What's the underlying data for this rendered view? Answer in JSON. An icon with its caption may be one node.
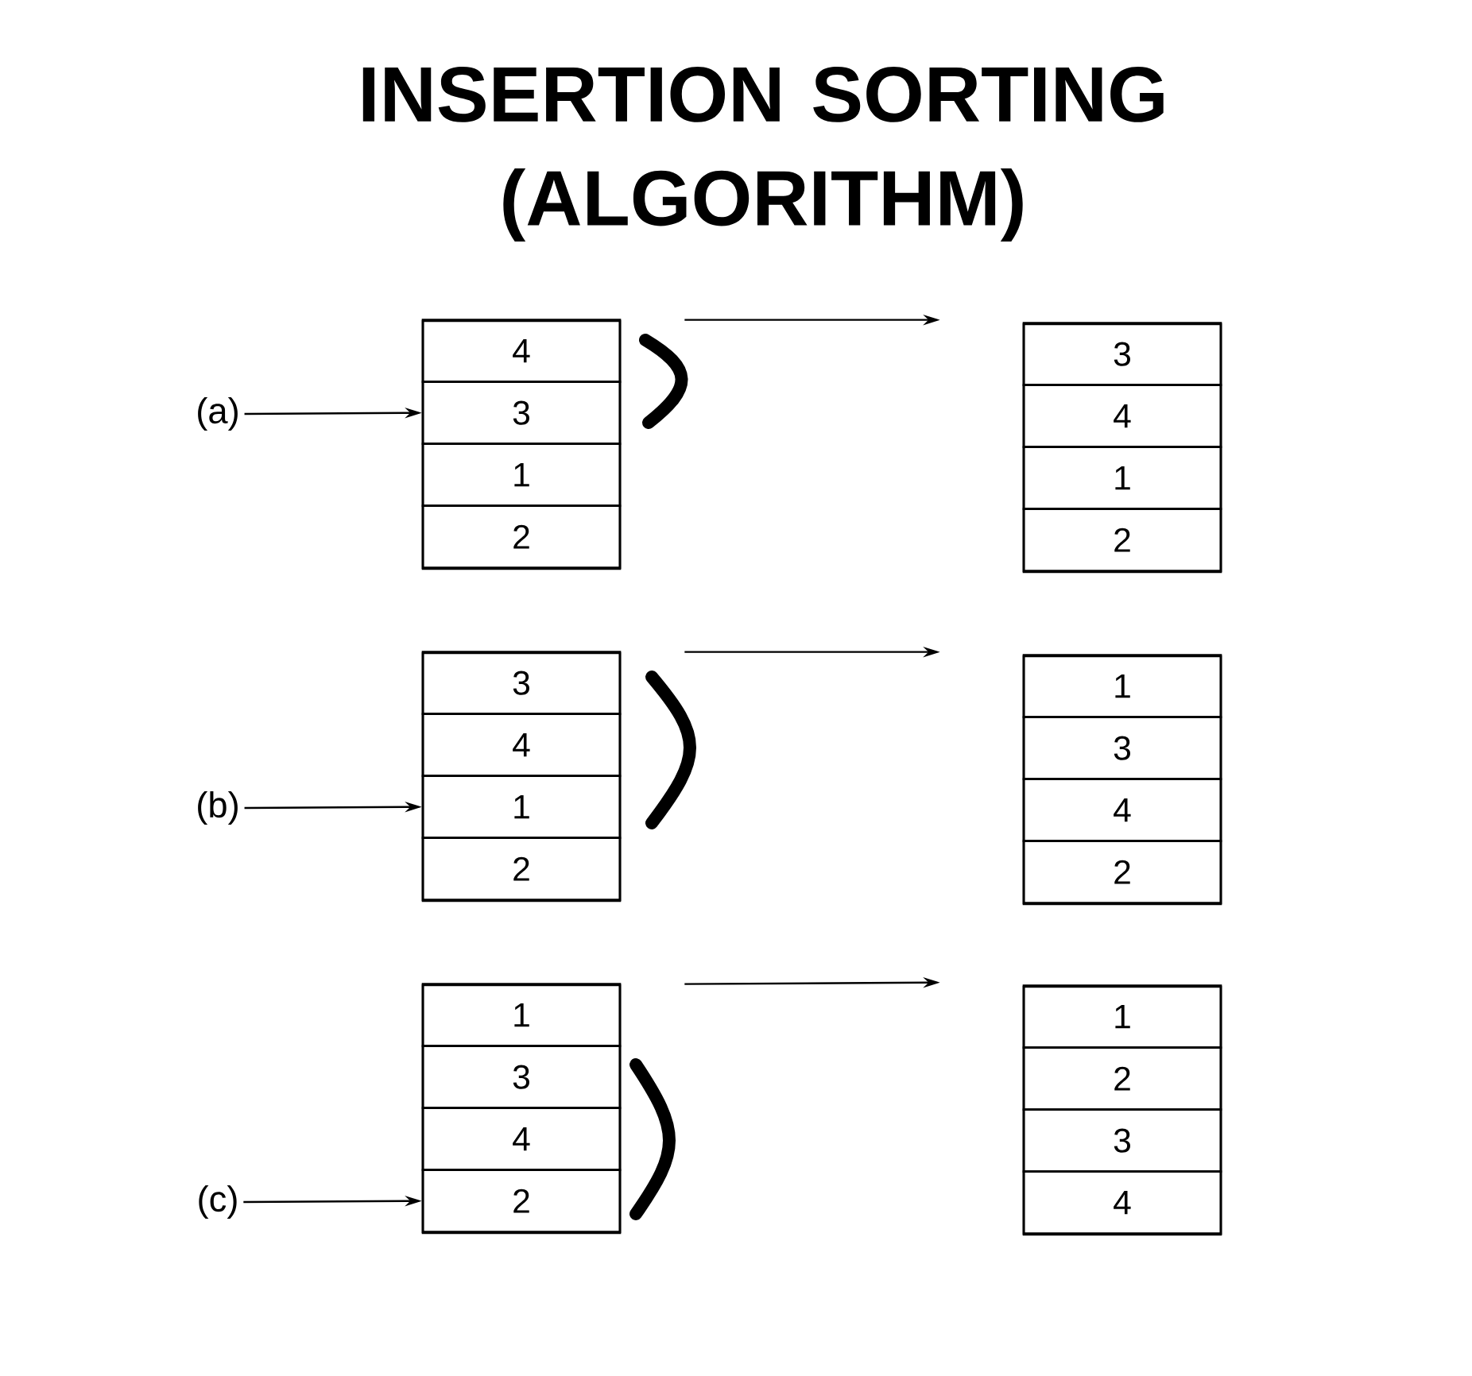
{
  "diagram": {
    "title": "INSERTION SORTING (ALGORITHM)",
    "nodes": [
      {
        "text": [
          "(a)"
        ]
      },
      {
        "text": [],
        "shape": "box"
      },
      {
        "text": [
          "4"
        ],
        "in": 1
      },
      {
        "text": [
          "3"
        ],
        "in": 1
      },
      {
        "text": [
          "1"
        ],
        "in": 1
      },
      {
        "text": [
          "2"
        ],
        "in": 1
      },
      {
        "text": [],
        "shape": "box"
      },
      {
        "text": [
          "3"
        ],
        "in": 6
      },
      {
        "text": [
          "4"
        ],
        "in": 6
      },
      {
        "text": [
          "1"
        ],
        "in": 6
      },
      {
        "text": [
          "2"
        ],
        "in": 6
      },
      {
        "text": [
          "(b)"
        ]
      },
      {
        "text": [],
        "shape": "box"
      },
      {
        "text": [
          "3"
        ],
        "in": 12
      },
      {
        "text": [
          "4"
        ],
        "in": 12
      },
      {
        "text": [
          "1"
        ],
        "in": 12
      },
      {
        "text": [
          "2"
        ],
        "in": 12
      },
      {
        "text": [],
        "shape": "box"
      },
      {
        "text": [
          "1"
        ],
        "in": 17
      },
      {
        "text": [
          "3"
        ],
        "in": 17
      },
      {
        "text": [
          "4"
        ],
        "in": 17
      },
      {
        "text": [
          "2"
        ],
        "in": 17
      },
      {
        "text": [
          "(c)"
        ]
      },
      {
        "text": [],
        "shape": "box"
      },
      {
        "text": [
          "1"
        ],
        "in": 23
      },
      {
        "text": [
          "3"
        ],
        "in": 23
      },
      {
        "text": [
          "4"
        ],
        "in": 23
      },
      {
        "text": [
          "2"
        ],
        "in": 23
      },
      {
        "text": [],
        "shape": "box"
      },
      {
        "text": [
          "1"
        ],
        "in": 28
      },
      {
        "text": [
          "2"
        ],
        "in": 28
      },
      {
        "text": [
          "3"
        ],
        "in": 28
      },
      {
        "text": [
          "4"
        ],
        "in": 28
      }
    ],
    "edges": [
      {
        "from": 0,
        "to": 3,
        "arrow": "to"
      },
      {
        "from": 1,
        "to": 6,
        "arrow": "to"
      },
      {
        "from": 11,
        "to": 15,
        "arrow": "to"
      },
      {
        "from": 12,
        "to": 17,
        "arrow": "to"
      },
      {
        "from": 22,
        "to": 27,
        "arrow": "to"
      },
      {
        "from": 23,
        "to": 28,
        "arrow": "to"
      }
    ]
  }
}
